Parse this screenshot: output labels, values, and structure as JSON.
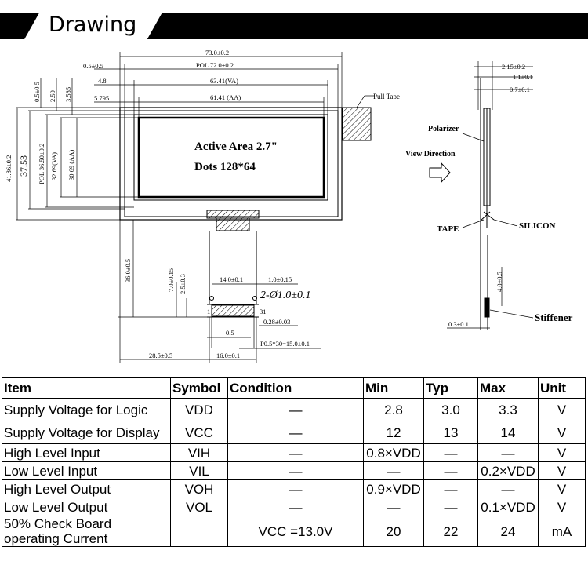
{
  "header": {
    "title": "Drawing"
  },
  "drawing": {
    "active_area_label": "Active Area 2.7\"",
    "dots_label": "Dots 128*64",
    "pull_tape": "Pull Tape",
    "polarizer": "Polarizer",
    "view_direction": "View Direction",
    "tape": "TAPE",
    "silicon": "SILICON",
    "stiffener": "Stiffener",
    "dims": {
      "outline_w": "73.0±0.2",
      "pol_w": "POL 72.0±0.2",
      "va_w": "63.41(VA)",
      "aa_w": "61.41 (AA)",
      "left_05": "0.5±0.5",
      "left_48": "4.8",
      "left_5795": "5.795",
      "top_05": "0.5±0.5",
      "top_259": "2.59",
      "top_3585": "3.585",
      "outline_h": "41.86±0.2",
      "h_3753": "37.53",
      "pol_h": "POL 36.50±0.2",
      "va_h": "32.69(VA)",
      "aa_h": "30.69 (AA)",
      "fpc_len": "36.0±0.5",
      "fpc_7": "7.0±0.15",
      "fpc_25": "2.5±0.3",
      "fpc_14": "14.0±0.1",
      "fpc_1": "1.0±0.15",
      "holes": "2-Ø1.0±0.1",
      "pin_31": "31",
      "pin_1": "1",
      "pin_028": "0.28±0.03",
      "pin_05": "0.5",
      "pitch": "P0.5*30=15.0±0.1",
      "bot_285": "28.5±0.5",
      "bot_16": "16.0±0.1",
      "side_215": "2.15±0.2",
      "side_11": "1.1±0.1",
      "side_07": "0.7±0.1",
      "side_4": "4.0±0.5",
      "side_03": "0.3±0.1"
    }
  },
  "table": {
    "headers": [
      "Item",
      "Symbol",
      "Condition",
      "Min",
      "Typ",
      "Max",
      "Unit"
    ],
    "rows": [
      [
        "Supply Voltage for Logic",
        "VDD",
        "—",
        "2.8",
        "3.0",
        "3.3",
        "V"
      ],
      [
        "Supply Voltage for Display",
        "VCC",
        "—",
        "12",
        "13",
        "14",
        "V"
      ],
      [
        "High Level Input",
        "VIH",
        "—",
        "0.8×VDD",
        "—",
        "—",
        "V"
      ],
      [
        "Low Level Input",
        "VIL",
        "—",
        "—",
        "—",
        "0.2×VDD",
        "V"
      ],
      [
        "High Level Output",
        "VOH",
        "—",
        "0.9×VDD",
        "—",
        "—",
        "V"
      ],
      [
        "Low Level Output",
        "VOL",
        "—",
        "—",
        "—",
        "0.1×VDD",
        "V"
      ],
      [
        "50% Check Board operating Current",
        "",
        "VCC =13.0V",
        "20",
        "22",
        "24",
        "mA"
      ]
    ]
  }
}
